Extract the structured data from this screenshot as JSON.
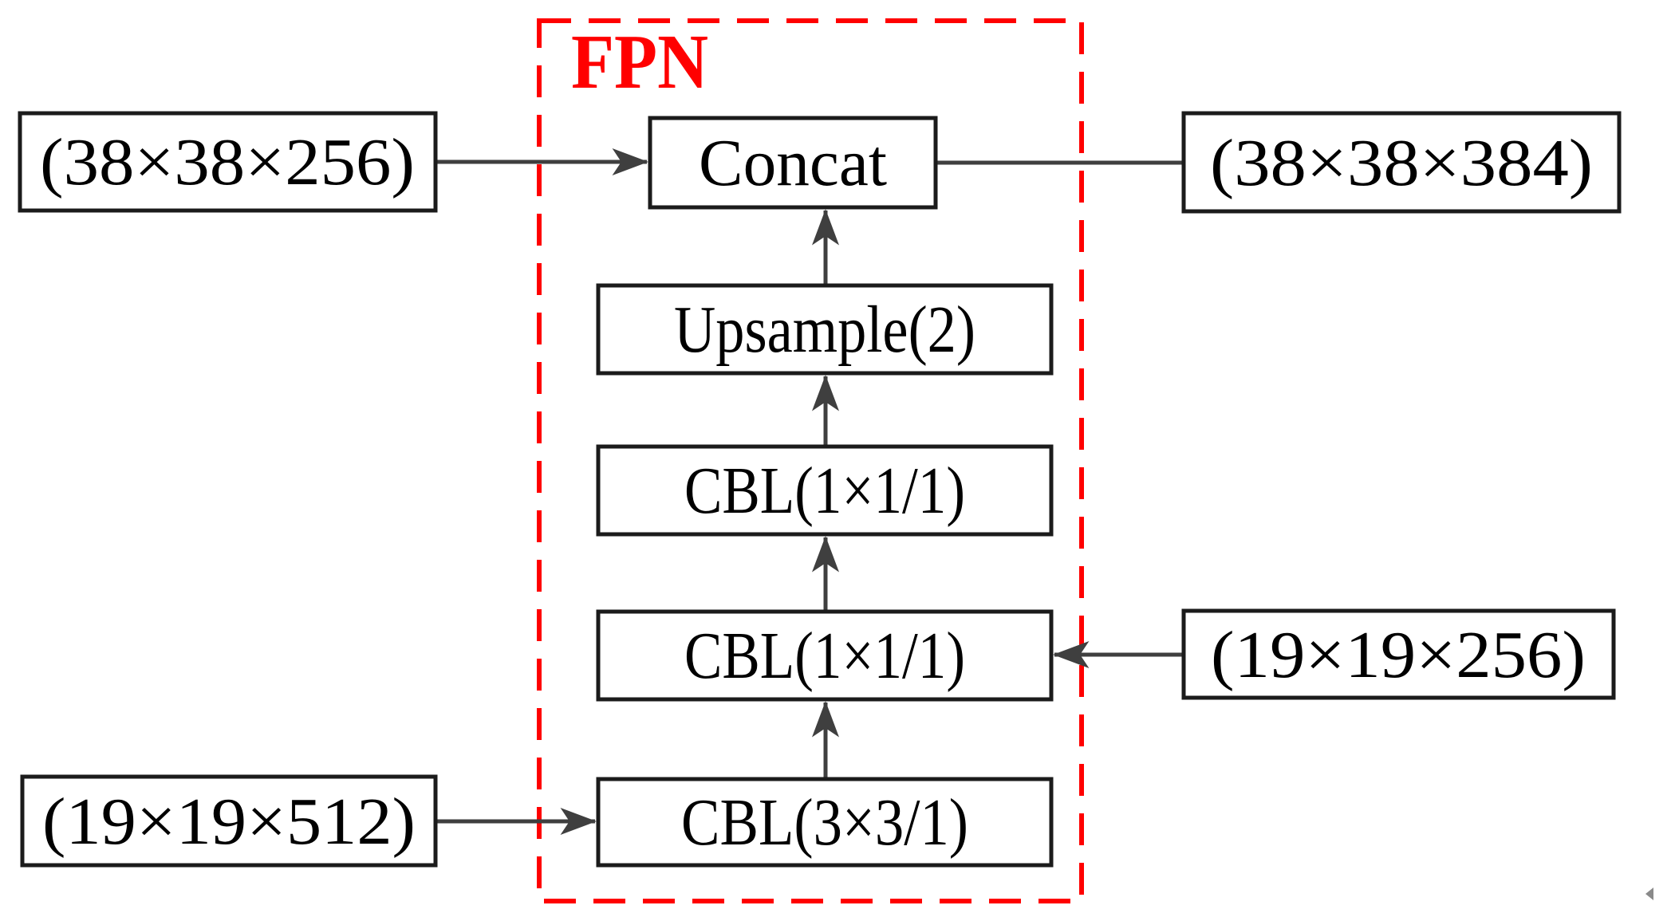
{
  "diagram": {
    "region_label": "FPN",
    "nodes": {
      "in38": {
        "label": "(38×38×256)"
      },
      "concat": {
        "label": "Concat"
      },
      "out38": {
        "label": "(38×38×384)"
      },
      "upsample": {
        "label": "Upsample(2)"
      },
      "cbl1": {
        "label": "CBL(1×1/1)"
      },
      "cbl2": {
        "label": "CBL(1×1/1)"
      },
      "in19c256": {
        "label": "(19×19×256)"
      },
      "cbl3": {
        "label": "CBL(3×3/1)"
      },
      "in19c512": {
        "label": "(19×19×512)"
      }
    },
    "colors": {
      "region_outline": "#ff0000",
      "region_label_text": "#ff0000",
      "box_border": "#1b1b1b",
      "box_fill": "#ffffff",
      "arrow": "#3f3f3f",
      "label_text": "#000000",
      "background": "#ffffff",
      "corner_artifact": "#8a8a8a"
    }
  }
}
